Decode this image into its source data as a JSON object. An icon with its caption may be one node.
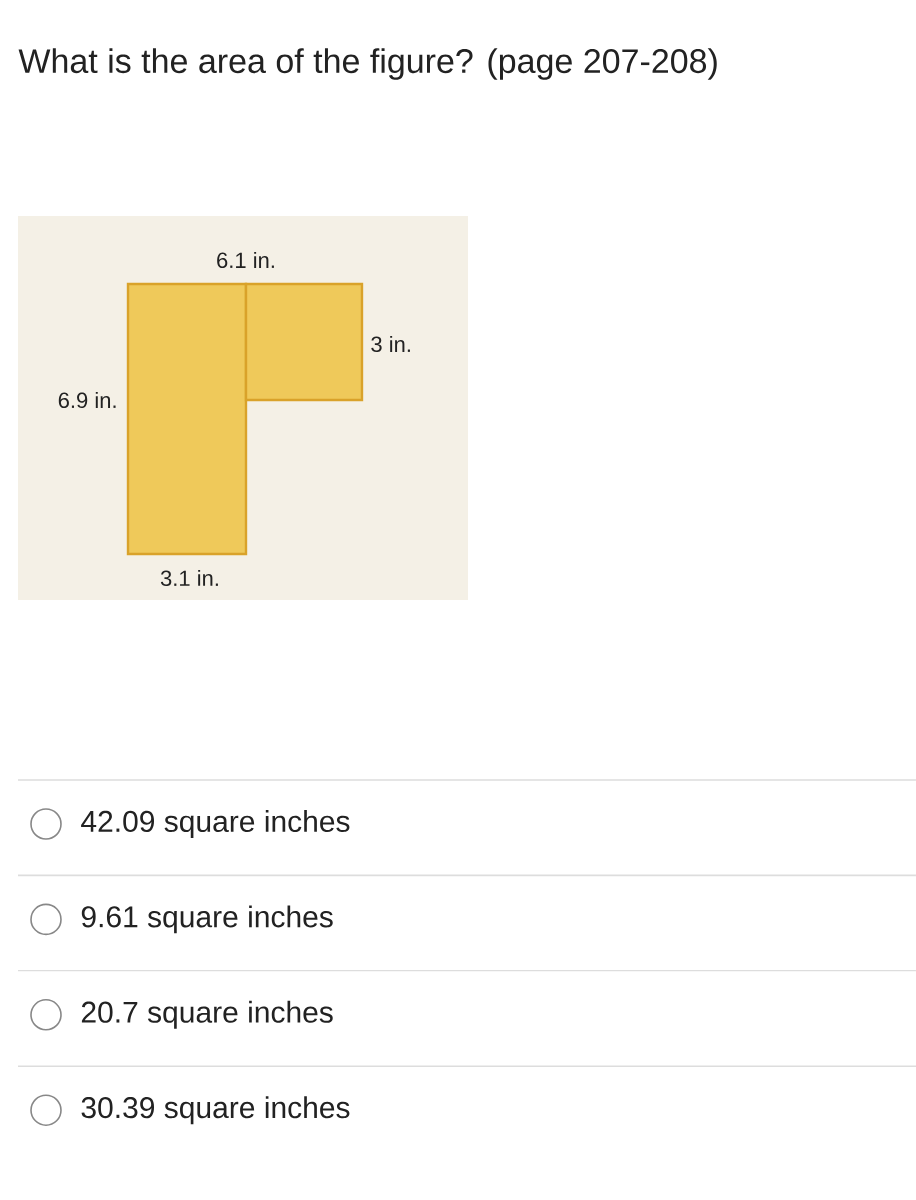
{
  "diagram": {
    "title": "What is the area of the figure? (page 207-208)",
    "labels": [
      "6.1 in.",
      "3 in.",
      "6.9 in.",
      "3.1 in.",
      "42.09 square inches",
      "9.61 square inches",
      "20.7 square inches",
      "30.39 square inches"
    ]
  }
}
